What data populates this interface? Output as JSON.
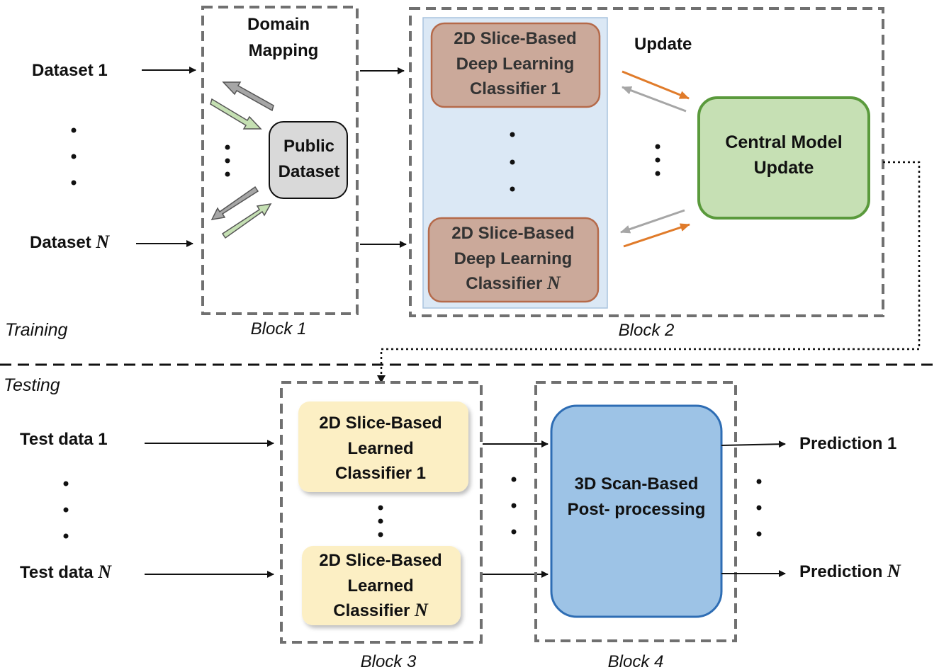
{
  "inputs": {
    "dataset_1": "Dataset 1",
    "dataset_n_prefix": "Dataset ",
    "n": "N",
    "test_1": "Test data 1",
    "test_n_prefix": "Test data "
  },
  "block1": {
    "title_line1": "Domain",
    "title_line2": "Mapping",
    "public_line1": "Public",
    "public_line2": "Dataset",
    "caption": "Block 1"
  },
  "block2": {
    "clf1_line1": "2D Slice-Based",
    "clf1_line2": "Deep Learning",
    "clf1_line3": "Classifier 1",
    "clfn_line1": "2D Slice-Based",
    "clfn_line2": "Deep Learning",
    "clfn_line3_prefix": "Classifier ",
    "update_label": "Update",
    "central_line1": "Central Model",
    "central_line2": "Update",
    "caption": "Block 2"
  },
  "block3": {
    "c1_line1": "2D Slice-Based",
    "c1_line2": "Learned",
    "c1_line3": "Classifier 1",
    "cn_line1": "2D Slice-Based",
    "cn_line2": "Learned",
    "cn_line3_prefix": "Classifier ",
    "caption": "Block 3"
  },
  "block4": {
    "post_line1": "3D Scan-Based",
    "post_line2": "Post- processing",
    "caption": "Block 4"
  },
  "outputs": {
    "pred_1": "Prediction 1",
    "pred_n_prefix": "Prediction "
  },
  "phases": {
    "training": "Training",
    "testing": "Testing"
  },
  "colors": {
    "dashed_border": "#707070",
    "classifier_fill": "#cba99a",
    "classifier_stroke": "#b56a4a",
    "block2_panel": "#dbe8f5",
    "central_fill": "#c6e0b4",
    "central_stroke": "#5a9a3c",
    "learned_fill": "#fcefc4",
    "post_fill": "#9dc3e6",
    "post_stroke": "#2e6db4",
    "public_fill": "#d9d9d9",
    "orange_arrow": "#e07b2a",
    "grey_arrow": "#a6a6a6",
    "green_arrow": "#c5e0b3"
  }
}
